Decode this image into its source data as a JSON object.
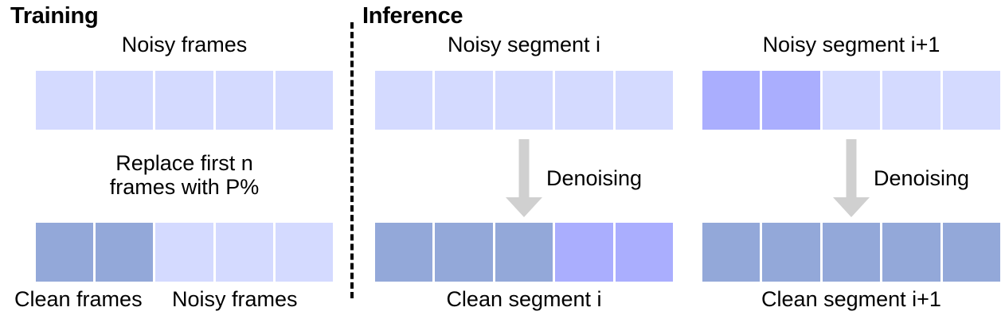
{
  "colors": {
    "noisy": "#d4daff",
    "clean": "#93a8d9",
    "purple": "#aaaefe",
    "arrow": "#d0d0d0",
    "text": "#000000",
    "background": "#ffffff"
  },
  "panels": {
    "training": {
      "title": "Training",
      "top_caption": "Noisy frames",
      "middle_caption_line1": "Replace first n",
      "middle_caption_line2": "frames with P%",
      "bottom_caption_left": "Clean frames",
      "bottom_caption_right": "Noisy frames",
      "top_strip": {
        "name": "training-noisy-frames-strip",
        "cells": [
          "noisy",
          "noisy",
          "noisy",
          "noisy",
          "noisy"
        ]
      },
      "bottom_strip": {
        "name": "training-mixed-frames-strip",
        "cells": [
          "clean",
          "clean",
          "noisy",
          "noisy",
          "noisy"
        ]
      }
    },
    "inference_i": {
      "title": "Inference",
      "top_caption": "Noisy segment i",
      "arrow_label": "Denoising",
      "bottom_caption": "Clean segment i",
      "top_strip": {
        "name": "inference-i-noisy-segment-strip",
        "cells": [
          "noisy",
          "noisy",
          "noisy",
          "noisy",
          "noisy"
        ]
      },
      "bottom_strip": {
        "name": "inference-i-clean-segment-strip",
        "cells": [
          "clean",
          "clean",
          "clean",
          "purple",
          "purple"
        ]
      }
    },
    "inference_i_plus_1": {
      "top_caption": "Noisy segment i+1",
      "arrow_label": "Denoising",
      "bottom_caption": "Clean segment i+1",
      "top_strip": {
        "name": "inference-i1-noisy-segment-strip",
        "cells": [
          "purple",
          "purple",
          "noisy",
          "noisy",
          "noisy"
        ]
      },
      "bottom_strip": {
        "name": "inference-i1-clean-segment-strip",
        "cells": [
          "clean",
          "clean",
          "clean",
          "clean",
          "clean"
        ]
      }
    }
  }
}
